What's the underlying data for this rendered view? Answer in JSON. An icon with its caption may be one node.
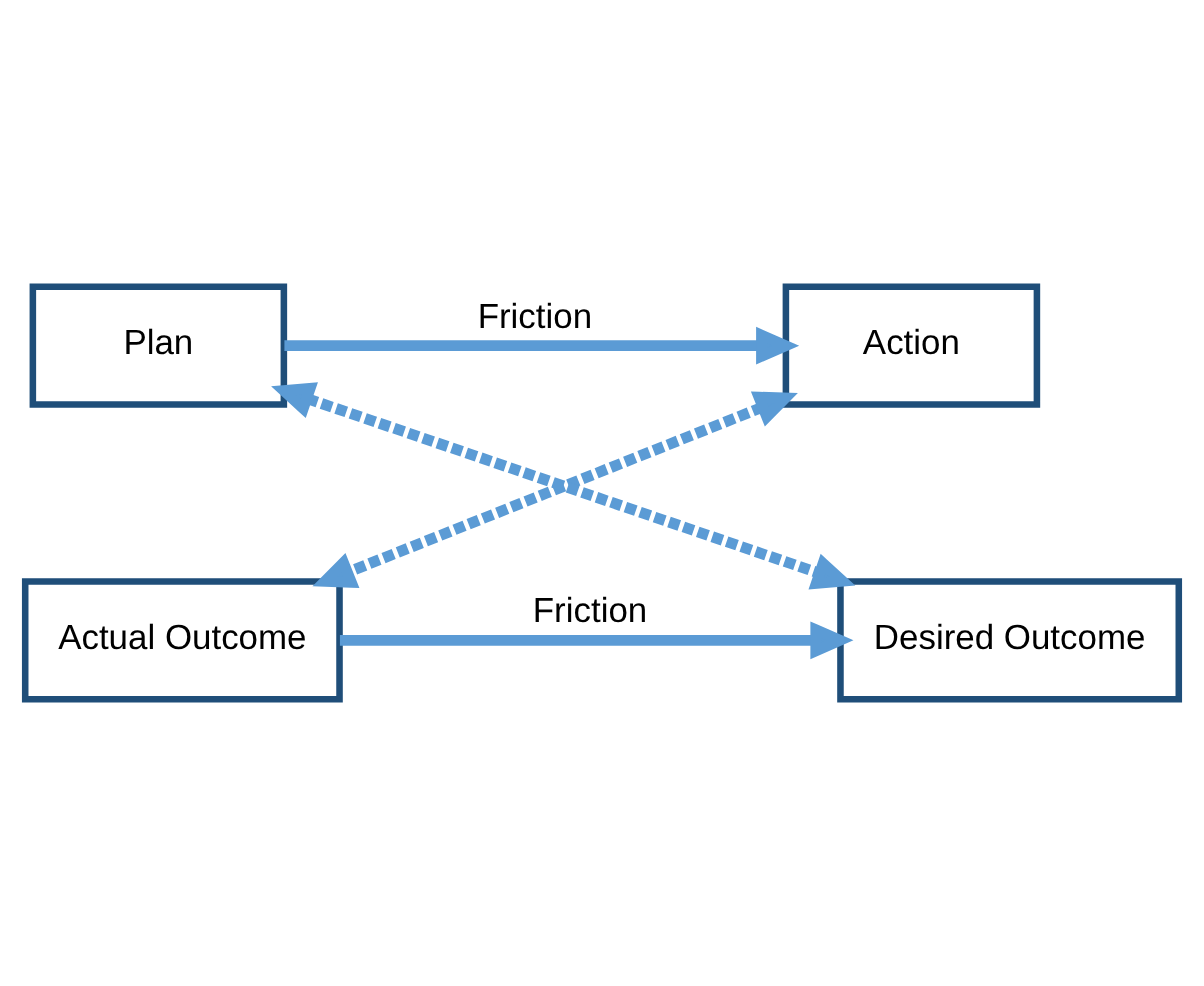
{
  "diagram": {
    "nodes": [
      {
        "text": [
          "Action"
        ]
      },
      {
        "text": [
          "Plan"
        ]
      },
      {
        "text": [
          "Actual Outcome"
        ]
      },
      {
        "text": [
          "Desired Outcome"
        ]
      }
    ],
    "edges": [
      {
        "from": 1,
        "to": 0,
        "arrow": "to",
        "label": "Friction"
      },
      {
        "from": 0,
        "to": 2,
        "arrow": "both",
        "style": "dashed"
      },
      {
        "from": 1,
        "to": 3,
        "arrow": "both",
        "style": "dashed"
      },
      {
        "from": 2,
        "to": 3,
        "arrow": "to",
        "label": "Friction"
      }
    ]
  }
}
